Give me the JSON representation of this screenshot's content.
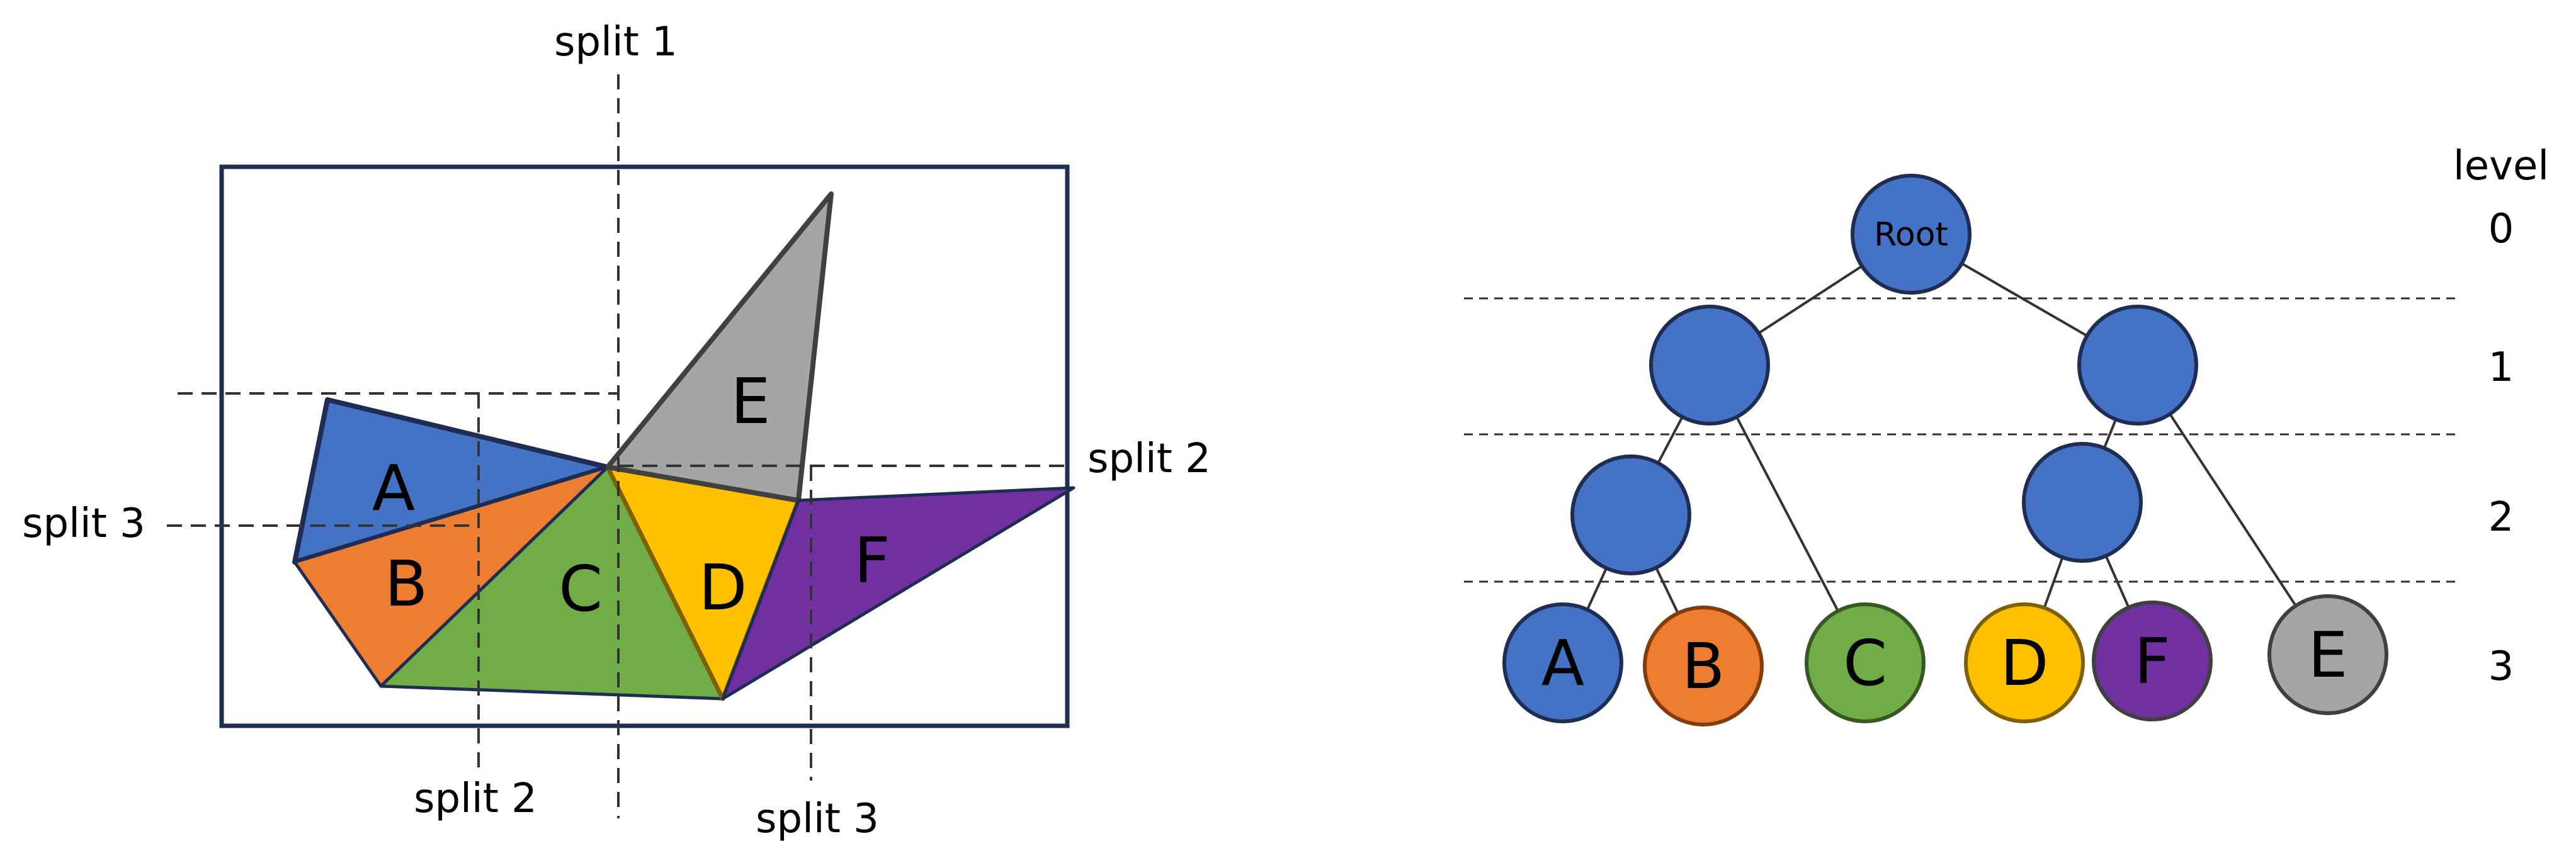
{
  "left_diagram": {
    "split_labels": {
      "split1_top": "split 1",
      "split2_right": "split 2",
      "split3_left": "split 3",
      "split2_bottom": "split 2",
      "split3_bottom": "split 3"
    },
    "shapes": [
      {
        "id": "A",
        "label": "A",
        "color": "#4472C4"
      },
      {
        "id": "B",
        "label": "B",
        "color": "#ED7D31"
      },
      {
        "id": "C",
        "label": "C",
        "color": "#70AD47"
      },
      {
        "id": "D",
        "label": "D",
        "color": "#FFC000"
      },
      {
        "id": "E",
        "label": "E",
        "color": "#A5A5A5"
      },
      {
        "id": "F",
        "label": "F",
        "color": "#7030A0"
      }
    ]
  },
  "tree": {
    "level_header": "level",
    "levels": [
      "0",
      "1",
      "2",
      "3"
    ],
    "root_label": "Root",
    "leaves": [
      {
        "label": "A",
        "color": "#4472C4"
      },
      {
        "label": "B",
        "color": "#ED7D31"
      },
      {
        "label": "C",
        "color": "#70AD47"
      },
      {
        "label": "D",
        "color": "#FFC000"
      },
      {
        "label": "F",
        "color": "#7030A0"
      },
      {
        "label": "E",
        "color": "#A5A5A5"
      }
    ],
    "internal_color": "#4472C4"
  }
}
